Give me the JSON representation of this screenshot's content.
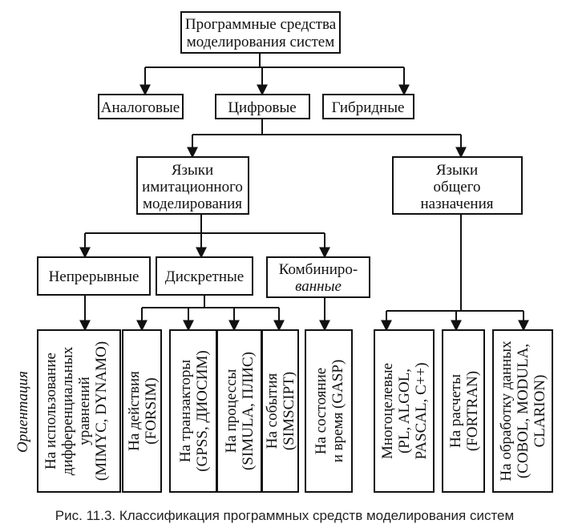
{
  "title_box": [
    "Программные средства",
    "моделирования систем"
  ],
  "level1": {
    "analog": "Аналоговые",
    "digital": "Цифровые",
    "hybrid": "Гибридные"
  },
  "level2": {
    "simulation_languages": [
      "Языки",
      "имитационного",
      "моделирования"
    ],
    "general_languages": [
      "Языки",
      "общего",
      "назначения"
    ]
  },
  "level3": {
    "continuous": "Непрерывные",
    "discrete": "Дискретные",
    "combined": [
      "Комбиниро-",
      "ванные"
    ]
  },
  "orientation_label": "Ориентация",
  "leaves": {
    "diff_eq": [
      "На использование",
      "дифференциальных",
      "уравнений",
      "(MIMYC, DYNAMO)"
    ],
    "actions": [
      "На действия",
      "(FORSIM)"
    ],
    "transactions": [
      "На транзакторы",
      "(GPSS, ДИОСИМ)"
    ],
    "processes": [
      "На процессы",
      "(SIMULA, ПЛИС)"
    ],
    "events": [
      "На события",
      "(SIMSCIPT)"
    ],
    "state_time": [
      "На состояние",
      "и время (GASP)"
    ],
    "multipurpose": [
      "Многоцелевые",
      "(PL, ALGOL,",
      "PASCAL, C++)"
    ],
    "calculations": [
      "На расчеты",
      "(FORTRAN)"
    ],
    "data_processing": [
      "На обработку данных",
      "(COBOL, MODULA,",
      "CLARION)"
    ]
  },
  "caption": "Рис. 11.3. Классификация программных средств моделирования систем"
}
